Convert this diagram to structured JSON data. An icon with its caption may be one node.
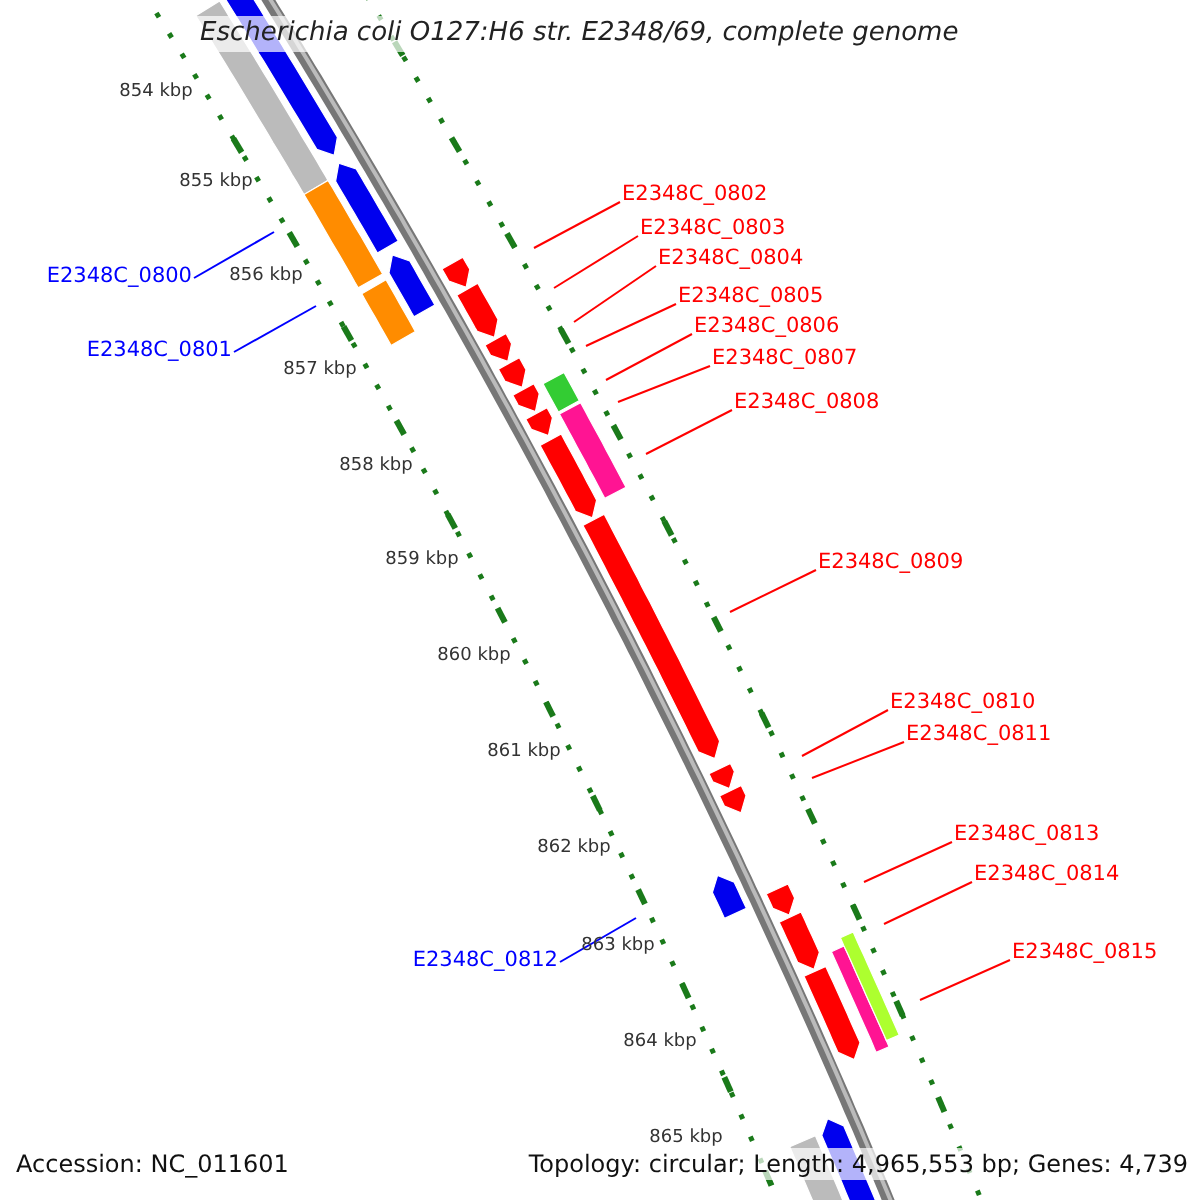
{
  "diagram": {
    "title": "Escherichia coli O127:H6 str. E2348/69, complete genome",
    "nodes": [
      {
        "text": [
          "E2348C_0802"
        ]
      },
      {
        "text": [
          "E2348C_0803"
        ]
      },
      {
        "text": [
          "E2348C_0804"
        ]
      },
      {
        "text": [
          "E2348C_0800"
        ]
      },
      {
        "text": [
          "E2348C_0805"
        ]
      },
      {
        "text": [
          "E2348C_0806"
        ]
      },
      {
        "text": [
          "E2348C_0801"
        ]
      },
      {
        "text": [
          "E2348C_0807"
        ]
      },
      {
        "text": [
          "E2348C_0808"
        ]
      },
      {
        "text": [
          "E2348C_0809"
        ]
      },
      {
        "text": [
          "E2348C_0810"
        ]
      },
      {
        "text": [
          "E2348C_0811"
        ]
      },
      {
        "text": [
          "E2348C_0813"
        ]
      },
      {
        "text": [
          "E2348C_0814"
        ]
      },
      {
        "text": [
          "E2348C_0815"
        ]
      },
      {
        "text": [
          "E2348C_0812"
        ]
      }
    ],
    "edges": [
      {
        "from": 0,
        "to": null,
        "arrow": "none"
      },
      {
        "from": 1,
        "to": null,
        "arrow": "none"
      },
      {
        "from": 2,
        "to": null,
        "arrow": "none"
      },
      {
        "from": 3,
        "to": null,
        "arrow": "none",
        "color": "#0000ff"
      },
      {
        "from": 4,
        "to": null,
        "arrow": "none"
      },
      {
        "from": 5,
        "to": null,
        "arrow": "none"
      },
      {
        "from": 6,
        "to": null,
        "arrow": "none",
        "color": "#0000ff"
      },
      {
        "from": 7,
        "to": null,
        "arrow": "none"
      },
      {
        "from": 8,
        "to": null,
        "arrow": "none"
      },
      {
        "from": 9,
        "to": null,
        "arrow": "none"
      },
      {
        "from": 10,
        "to": null,
        "arrow": "none"
      },
      {
        "from": 11,
        "to": null,
        "arrow": "none"
      },
      {
        "from": 12,
        "to": null,
        "arrow": "none"
      },
      {
        "from": 13,
        "to": null,
        "arrow": "none"
      },
      {
        "from": 14,
        "to": null,
        "arrow": "none"
      },
      {
        "from": 15,
        "to": null,
        "arrow": "none",
        "color": "#0000ff"
      }
    ],
    "labels": [
      "854 kbp",
      "855 kbp",
      "856 kbp",
      "857 kbp",
      "858 kbp",
      "859 kbp",
      "860 kbp",
      "861 kbp",
      "862 kbp",
      "863 kbp",
      "864 kbp",
      "865 kbp",
      "Accession: NC_011601",
      "Topology: circular; Length: 4,965,553 bp; Genes: 4,739"
    ]
  }
}
